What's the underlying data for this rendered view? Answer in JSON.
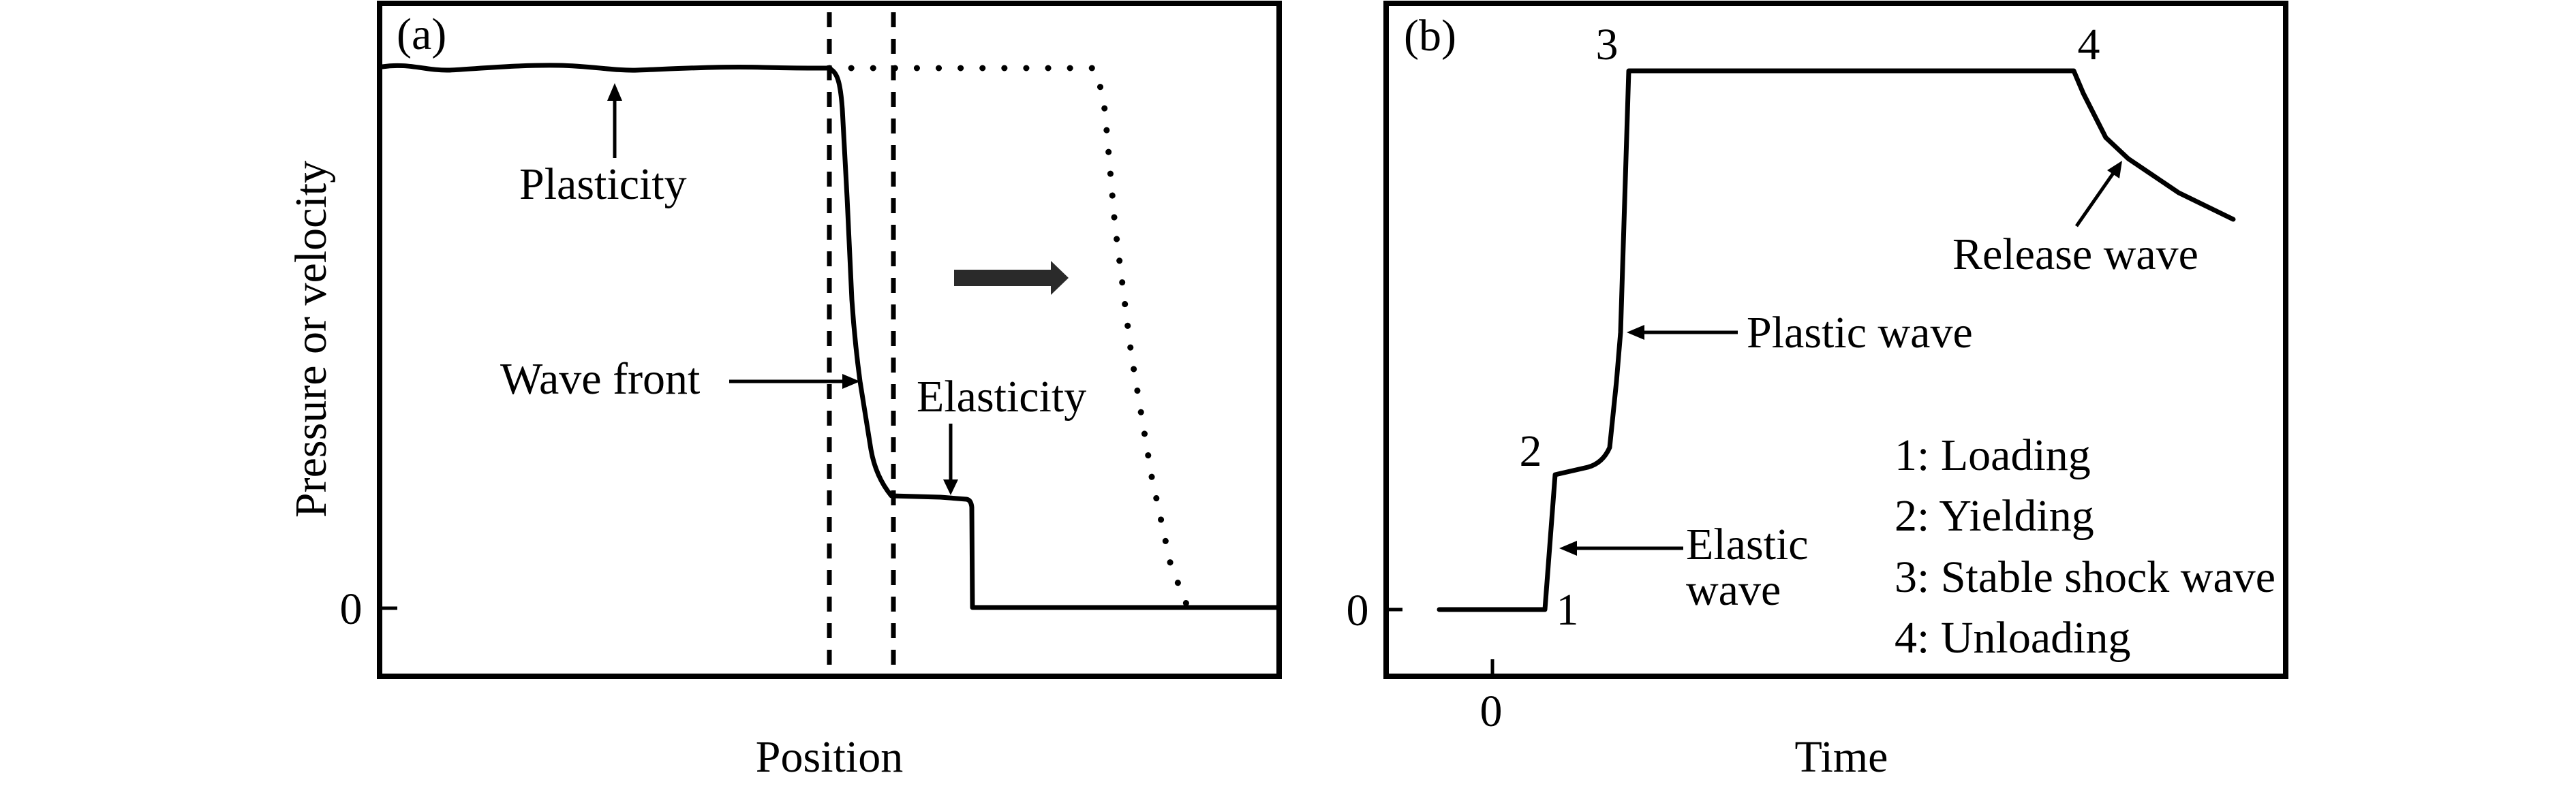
{
  "figure": {
    "panel_a": {
      "label": "(a)",
      "xlabel": "Position",
      "ylabel": "Pressure or velocity",
      "y_tick_label": "0",
      "annotations": {
        "plasticity": "Plasticity",
        "wave_front": "Wave front",
        "elasticity": "Elasticity"
      },
      "direction_arrow": "right",
      "line_styles": {
        "profile": "solid",
        "wave_front_bounds": "dashed",
        "later_profile": "dotted"
      },
      "colors": {
        "ink": "#000000",
        "direction_arrow": "#2a2a2a"
      }
    },
    "panel_b": {
      "label": "(b)",
      "xlabel": "Time",
      "x_tick_label": "0",
      "y_tick_label": "0",
      "point_labels": [
        "1",
        "2",
        "3",
        "4"
      ],
      "annotations": {
        "plastic_wave": "Plastic wave",
        "elastic_wave_line1": "Elastic",
        "elastic_wave_line2": "wave",
        "release_wave": "Release wave"
      },
      "legend": [
        "1: Loading",
        "2: Yielding",
        "3: Stable shock wave",
        "4: Unloading"
      ]
    }
  }
}
